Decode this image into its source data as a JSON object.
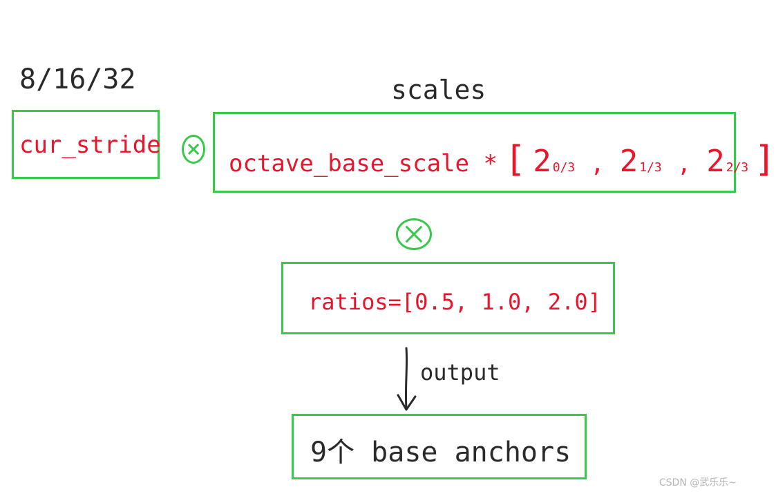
{
  "stride_values": "8/16/32",
  "scales_label": "scales",
  "stride_box": "cur_stride",
  "scale_box": {
    "prefix": "octave_base_scale *",
    "open_bracket": "[",
    "terms": [
      {
        "base": "2",
        "exp": "0/3"
      },
      {
        "base": "2",
        "exp": "1/3"
      },
      {
        "base": "2",
        "exp": "2/3"
      }
    ],
    "separator": ",",
    "close_bracket": "]"
  },
  "ratios_box": "ratios=[0.5, 1.0, 2.0]",
  "output_label": "output",
  "result_box": "9个 base anchors",
  "watermark": "CSDN @武乐乐~",
  "colors": {
    "box_border": "#38c84a",
    "formula_text": "#e8152b",
    "plain_text": "#2a2a2a",
    "watermark": "#b5b5b5"
  }
}
